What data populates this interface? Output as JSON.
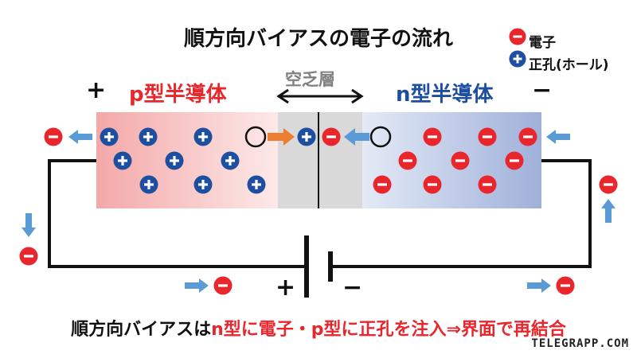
{
  "title": "順方向バイアスの電子の流れ",
  "legend": {
    "electron_label": "電子",
    "hole_label": "正孔(ホール)",
    "electron_symbol": "−",
    "hole_symbol": "+"
  },
  "regions": {
    "p_label": "p型半導体",
    "n_label": "n型半導体",
    "depletion_label": "空乏層"
  },
  "terminals": {
    "left_sign": "+",
    "right_sign": "−",
    "battery_plus": "+",
    "battery_minus": "−"
  },
  "summary": {
    "part1": "順方向バイアスは",
    "part2": "n型に電子・p型に正孔を注入⇒界面で再結合"
  },
  "watermark": "TELEGRAPP.COM",
  "colors": {
    "electron": "#e8262c",
    "hole": "#1d4ea0",
    "p_region": "#f4a8a8",
    "n_region": "#9fb0da",
    "depletion": "#d9d9d9",
    "arrow_flow": "#5a9bd5",
    "arrow_recombine": "#ed7d31"
  }
}
